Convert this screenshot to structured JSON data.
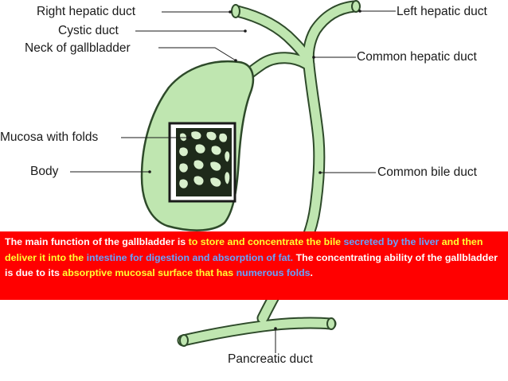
{
  "labels": {
    "right_hepatic_duct": "Right hepatic duct",
    "cystic_duct": "Cystic duct",
    "neck_of_gallbladder": "Neck of gallbladder",
    "mucosa_with_folds": "Mucosa with folds",
    "body": "Body",
    "left_hepatic_duct": "Left hepatic duct",
    "common_hepatic_duct": "Common hepatic duct",
    "common_bile_duct": "Common bile duct",
    "pancreatic_duct": "Pancreatic duct"
  },
  "callout": {
    "segments": [
      {
        "text": "The main function of the gallbladder is ",
        "color": "white"
      },
      {
        "text": "to store and concentrate the bile ",
        "color": "yellow"
      },
      {
        "text": "secreted by the liver ",
        "color": "blue"
      },
      {
        "text": "and then deliver it into the ",
        "color": "yellow"
      },
      {
        "text": "intestine for digestion and absorption of fat. ",
        "color": "blue"
      },
      {
        "text": "The concentrating ability of the gallbladder is due to its ",
        "color": "white"
      },
      {
        "text": "absorptive mucosal surface that has ",
        "color": "yellow"
      },
      {
        "text": "numerous folds",
        "color": "blue"
      },
      {
        "text": ".",
        "color": "white"
      }
    ]
  },
  "colors": {
    "organ_fill": "#bfe6b0",
    "organ_stroke": "#2e4a2a",
    "callout_background": "#ff0000",
    "callout_white": "#ffffff",
    "callout_yellow": "#ffff33",
    "callout_blue": "#66a3ff"
  }
}
